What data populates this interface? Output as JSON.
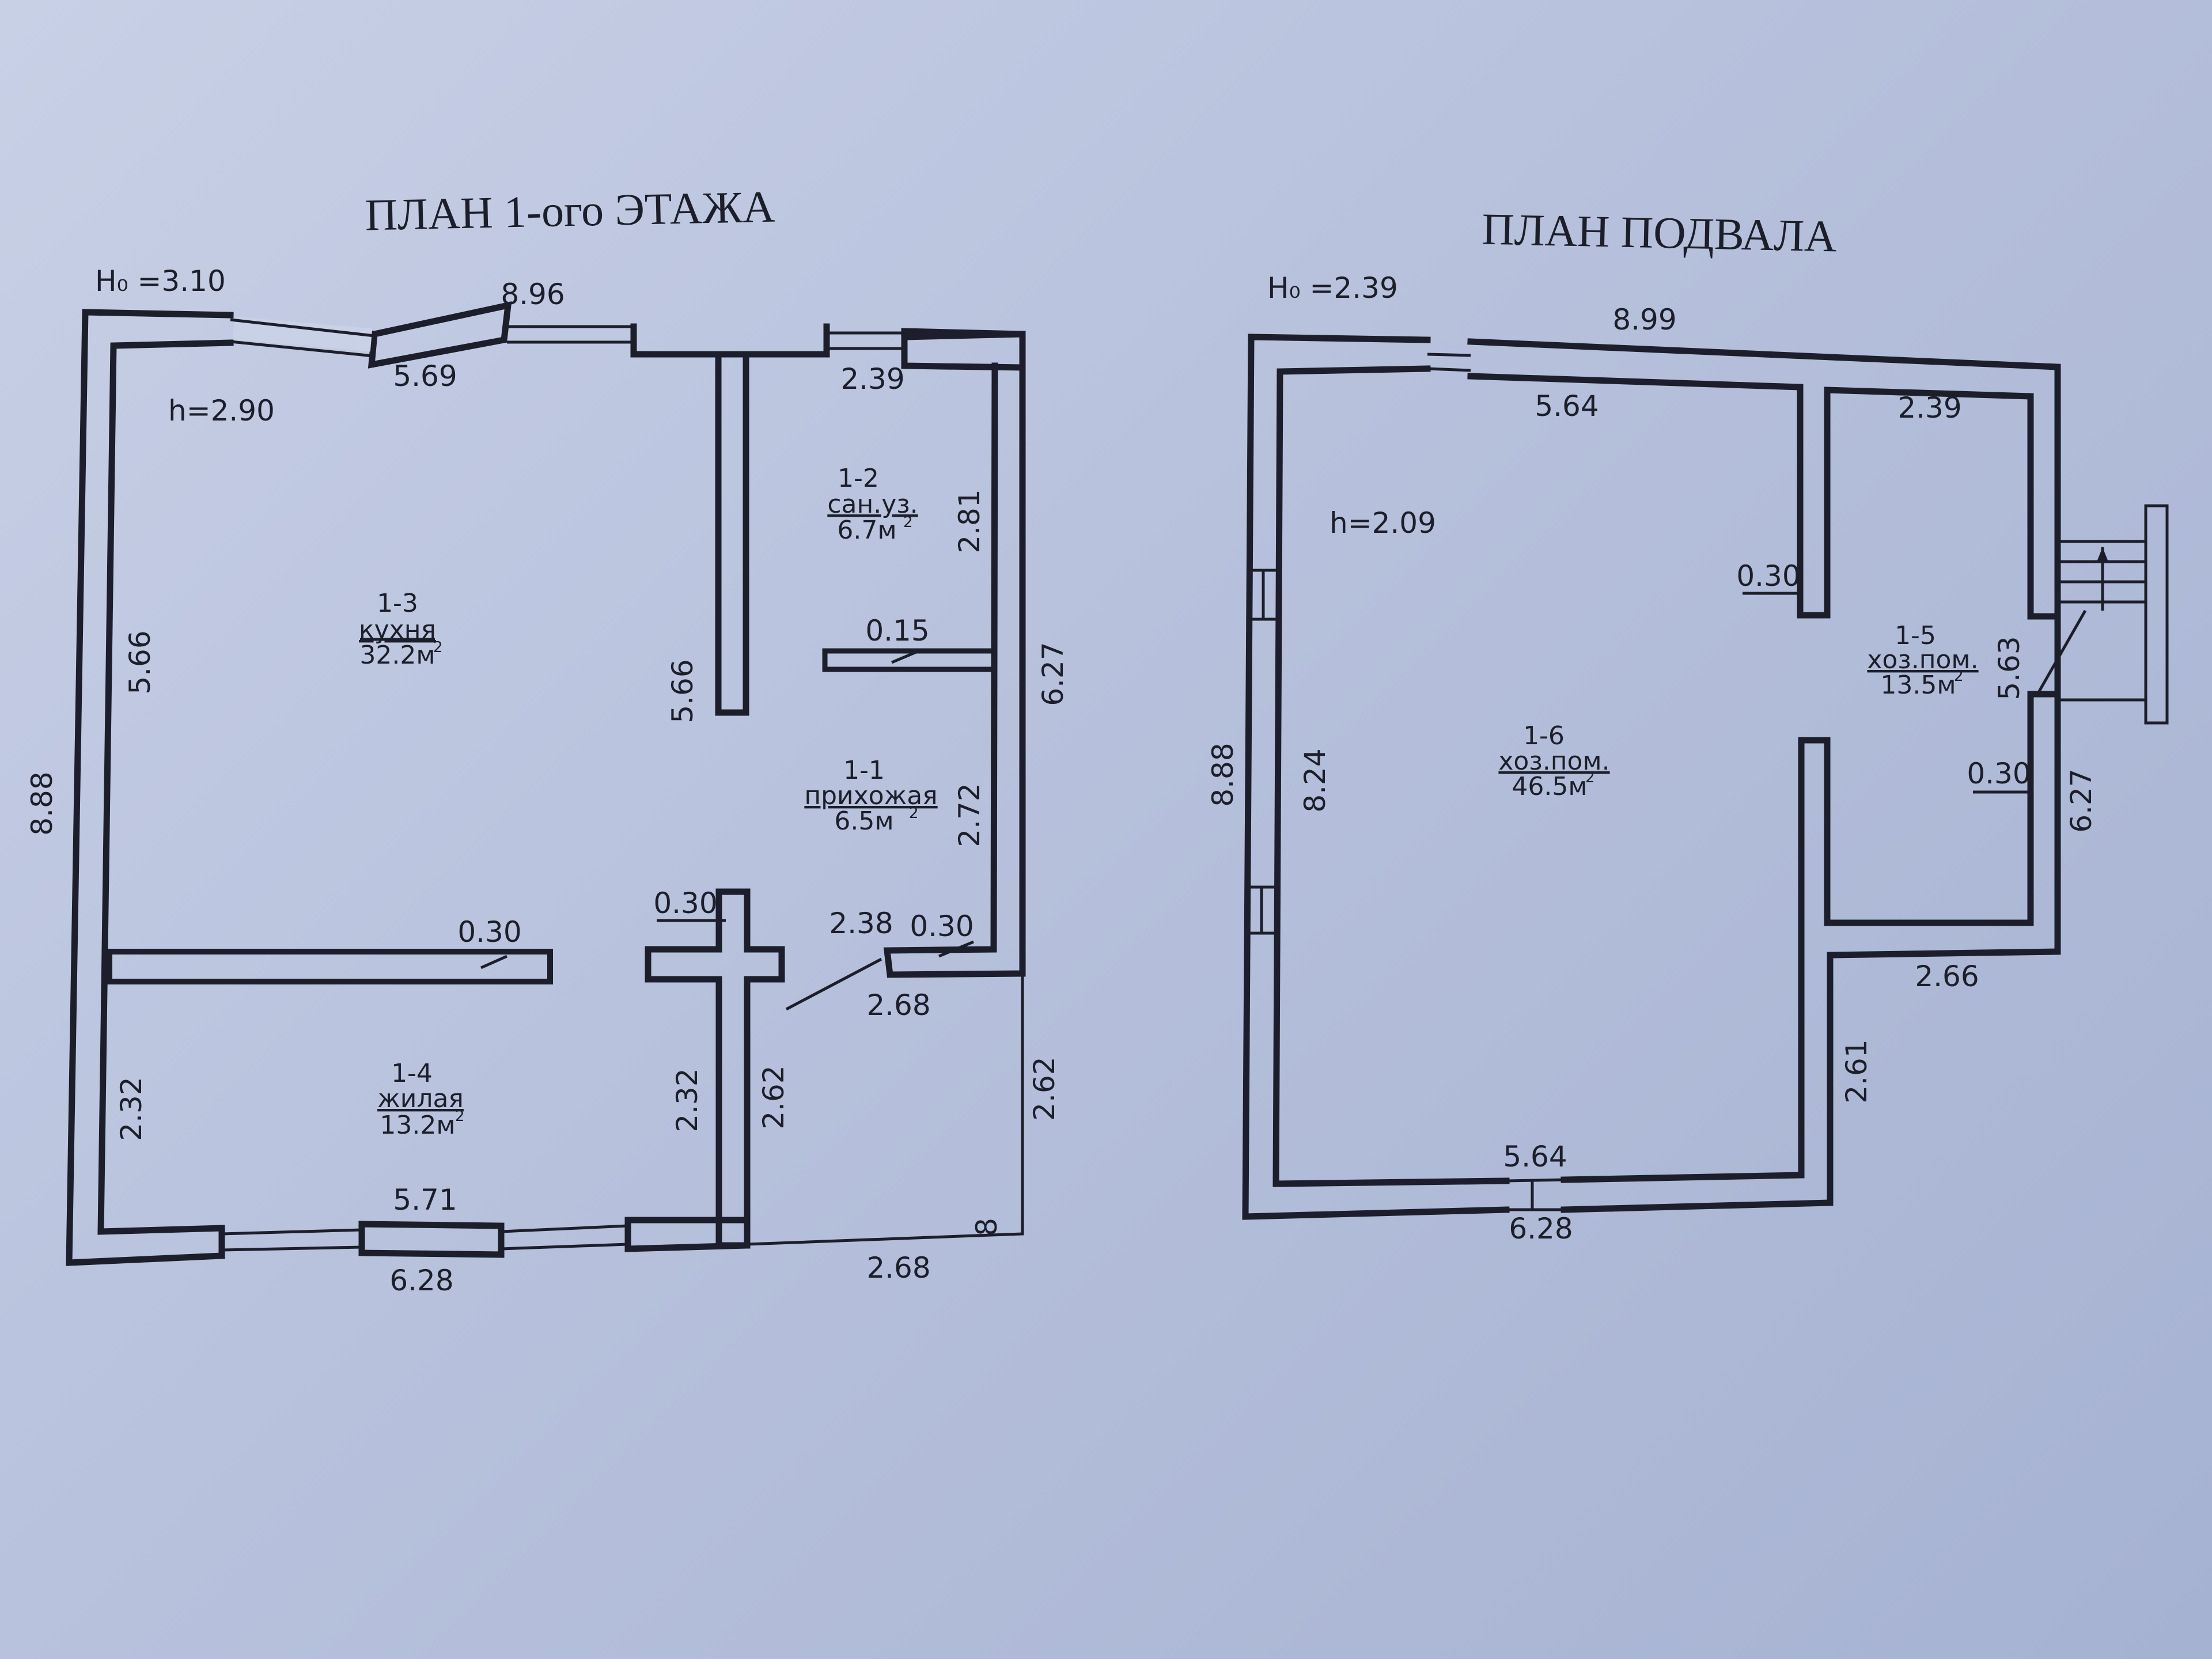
{
  "floor1": {
    "title": "ПЛАН 1-ого ЭТАЖА",
    "h0": "H₀ =3.10",
    "h": "h=2.90",
    "dims": {
      "top_total": "8.96",
      "top_left": "5.69",
      "top_right": "2.39",
      "left_outer": "8.88",
      "left_upper": "5.66",
      "left_lower": "2.32",
      "partition_upper": "5.66",
      "partition_lower": "2.32",
      "right_upper": "2.81",
      "right_middle": "2.72",
      "right_outer": "6.27",
      "right_porch": "2.62",
      "porch_inner": "2.62",
      "wall_030_a": "0.30",
      "wall_030_b": "0.30",
      "wall_030_c": "0.30",
      "wall_015": "0.15",
      "porch_diag": "2.38",
      "porch_width": "2.68",
      "bottom_porch": "2.68",
      "bottom_inner": "5.71",
      "bottom_outer": "6.28",
      "mark": "8"
    },
    "rooms": {
      "kitchen": {
        "id": "1-3",
        "name": "кухня",
        "area": "32.2м",
        "sup": "2"
      },
      "bath": {
        "id": "1-2",
        "name": "сан.уз.",
        "area": "6.7м",
        "sup": "2"
      },
      "hall": {
        "id": "1-1",
        "name": "прихожая",
        "area": "6.5м",
        "sup": "2"
      },
      "living": {
        "id": "1-4",
        "name": "жилая",
        "area": "13.2м",
        "sup": "2"
      }
    }
  },
  "basement": {
    "title": "ПЛАН ПОДВАЛА",
    "h0": "H₀ =2.39",
    "h": "h=2.09",
    "dims": {
      "top_total": "8.99",
      "top_left": "5.64",
      "top_right": "2.39",
      "left_outer": "8.88",
      "left_inner": "8.24",
      "wall_030_a": "0.30",
      "wall_030_b": "0.30",
      "right_inner": "5.63",
      "right_outer": "6.27",
      "ledge": "2.66",
      "lower_right": "2.61",
      "bottom_inner": "5.64",
      "bottom_outer": "6.28"
    },
    "rooms": {
      "storage_big": {
        "id": "1-6",
        "name": "хоз.пом.",
        "area": "46.5м",
        "sup": "2"
      },
      "storage_small": {
        "id": "1-5",
        "name": "хоз.пом.",
        "area": "13.5м",
        "sup": "2"
      }
    }
  }
}
